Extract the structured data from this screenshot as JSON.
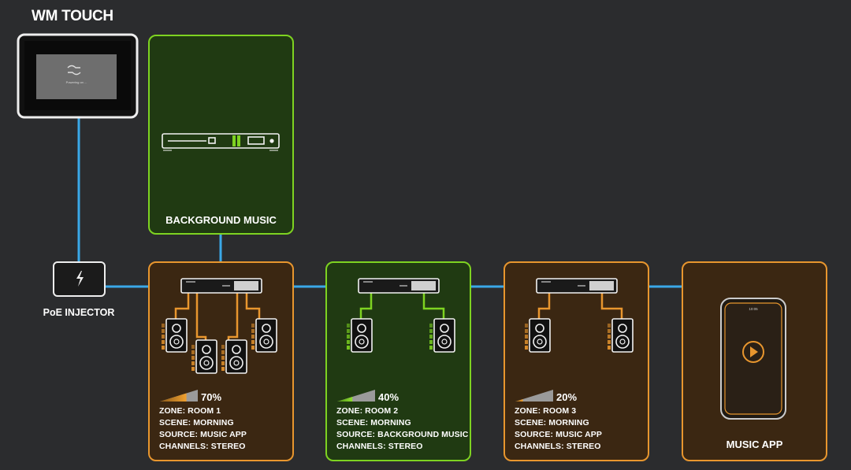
{
  "wm_touch": {
    "title": "WM TOUCH",
    "screen_text": "Powering on ..."
  },
  "background_music": {
    "label": "BACKGROUND MUSIC"
  },
  "poe_injector": {
    "label": "PoE INJECTOR"
  },
  "zones": [
    {
      "volume_label": "70%",
      "volume": 0.7,
      "zone": "ZONE: ROOM 1",
      "scene": "SCENE: MORNING",
      "source": "SOURCE: MUSIC APP",
      "channels": "CHANNELS: STEREO"
    },
    {
      "volume_label": "40%",
      "volume": 0.4,
      "zone": "ZONE: ROOM 2",
      "scene": "SCENE: MORNING",
      "source": "SOURCE: BACKGROUND MUSIC",
      "channels": "CHANNELS: STEREO"
    },
    {
      "volume_label": "20%",
      "volume": 0.2,
      "zone": "ZONE: ROOM 3",
      "scene": "SCENE: MORNING",
      "source": "SOURCE: MUSIC APP",
      "channels": "CHANNELS: STEREO"
    }
  ],
  "music_app": {
    "label": "MUSIC APP",
    "phone_time": "10:05"
  },
  "colors": {
    "orange": "#e8962e",
    "green": "#7ed321",
    "blue": "#3aa8e8",
    "bg": "#2b2c2e",
    "device": "#f2f2f2"
  }
}
